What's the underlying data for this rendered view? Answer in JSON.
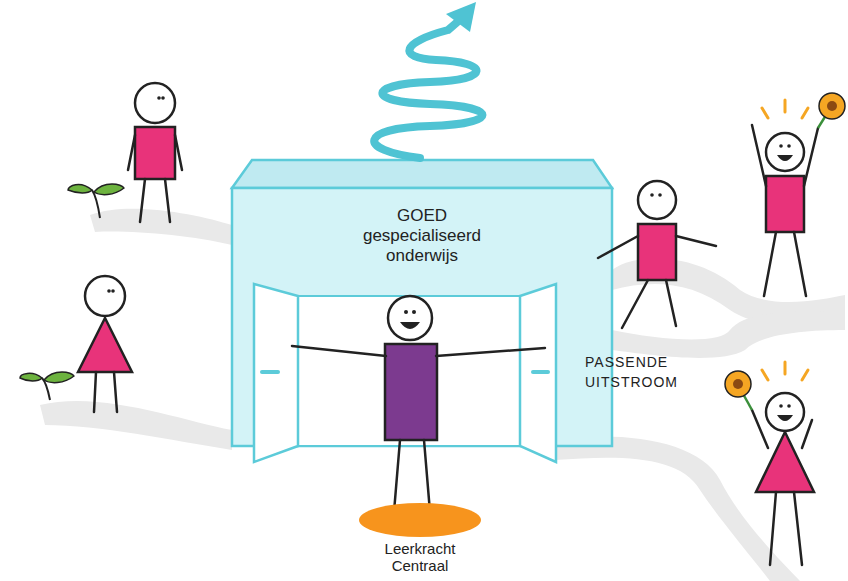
{
  "diagram": {
    "nodes": [
      {
        "text": [
          "GOED gespecialiseerd onderwijs"
        ]
      },
      {
        "text": [
          "Leerkracht Centraal"
        ]
      }
    ],
    "labels": [
      "PASSENDE UITSTROOM"
    ]
  }
}
